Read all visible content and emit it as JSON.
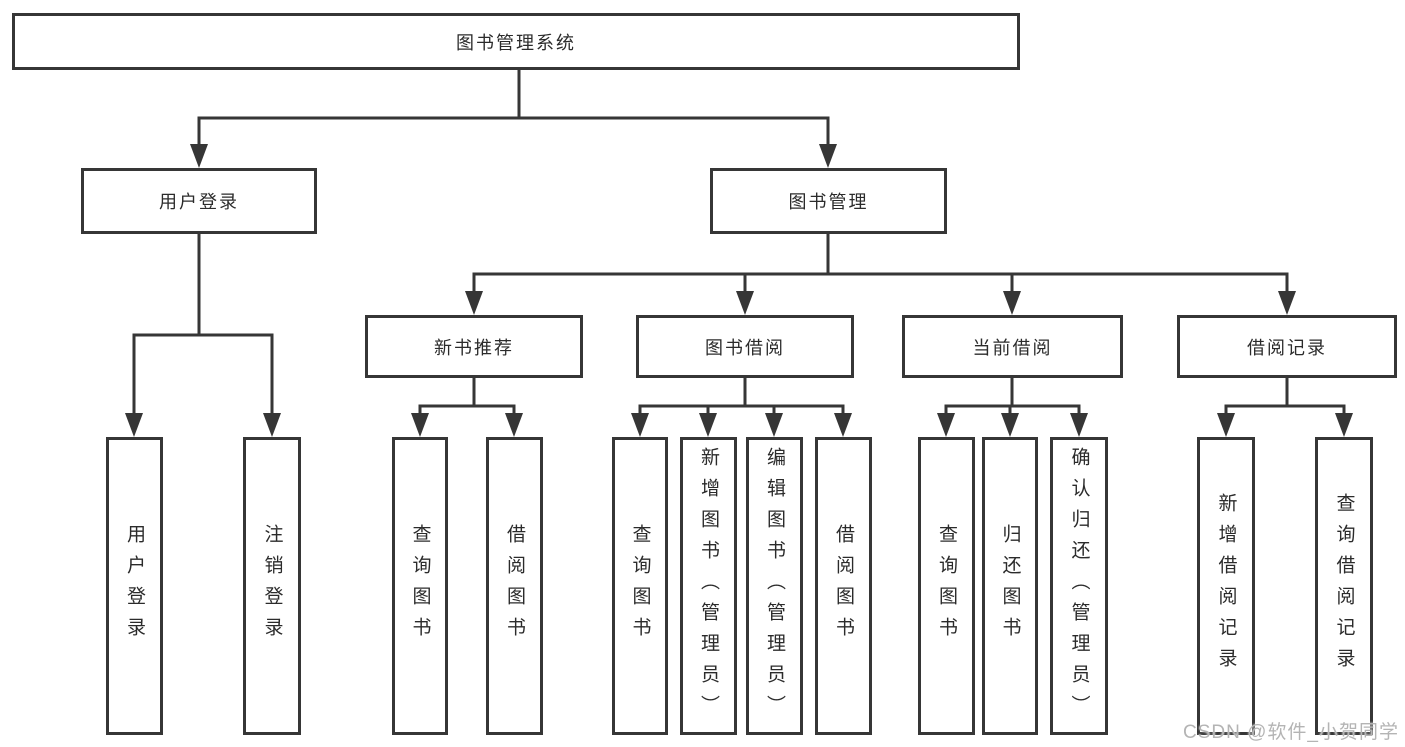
{
  "diagram_title": "图书管理系统",
  "tree": {
    "root": {
      "label": "图书管理系统",
      "children": [
        {
          "label": "用户登录",
          "children": [
            {
              "label": "用户登录"
            },
            {
              "label": "注销登录"
            }
          ]
        },
        {
          "label": "图书管理",
          "children": [
            {
              "label": "新书推荐",
              "children": [
                {
                  "label": "查询图书"
                },
                {
                  "label": "借阅图书"
                }
              ]
            },
            {
              "label": "图书借阅",
              "children": [
                {
                  "label": "查询图书"
                },
                {
                  "label": "新增图书（管理员）"
                },
                {
                  "label": "编辑图书（管理员）"
                },
                {
                  "label": "借阅图书"
                }
              ]
            },
            {
              "label": "当前借阅",
              "children": [
                {
                  "label": "查询图书"
                },
                {
                  "label": "归还图书"
                },
                {
                  "label": "确认归还（管理员）"
                }
              ]
            },
            {
              "label": "借阅记录",
              "children": [
                {
                  "label": "新增借阅记录"
                },
                {
                  "label": "查询借阅记录"
                }
              ]
            }
          ]
        }
      ]
    }
  },
  "watermark": "CSDN @软件_小贺同学",
  "colors": {
    "line": "#363636",
    "text": "#2b2b2b",
    "background": "#ffffff",
    "watermark": "#b4b4b4"
  }
}
